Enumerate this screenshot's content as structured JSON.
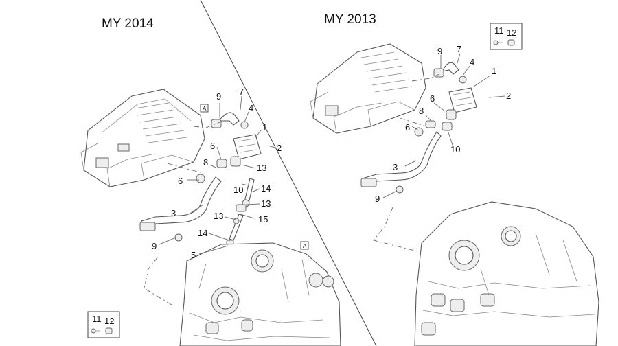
{
  "left": {
    "title": "MY 2014",
    "callouts": [
      "9",
      "7",
      "4",
      "1",
      "2",
      "6",
      "8",
      "6",
      "13",
      "10",
      "14",
      "13",
      "3",
      "15",
      "13",
      "14",
      "9",
      "5"
    ],
    "ref_marker_top": "A",
    "ref_marker_engine": "A",
    "kit_box": {
      "a": "11",
      "b": "12"
    }
  },
  "right": {
    "title": "MY 2013",
    "callouts": [
      "9",
      "7",
      "4",
      "1",
      "2",
      "6",
      "8",
      "6",
      "10",
      "3",
      "9"
    ],
    "kit_box": {
      "a": "11",
      "b": "12"
    }
  },
  "colors": {
    "line": "#555555",
    "fill": "#ffffff",
    "shade": "#eeeeee"
  }
}
